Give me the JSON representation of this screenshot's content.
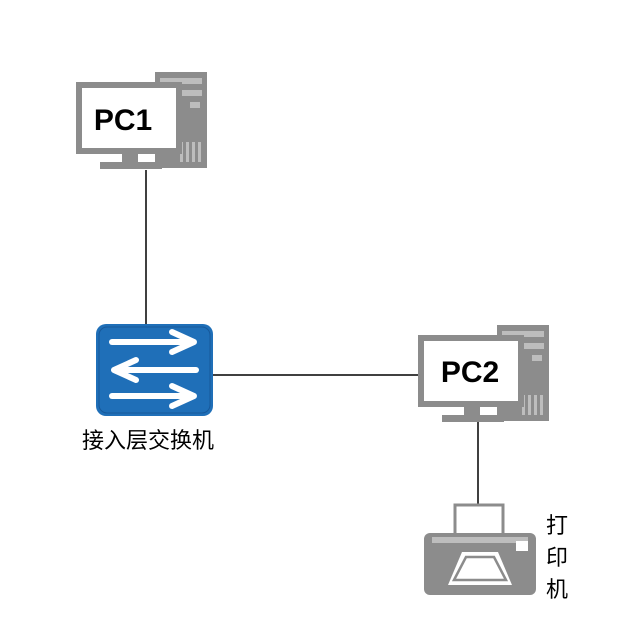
{
  "nodes": {
    "pc1": {
      "label": "PC1",
      "icon": "desktop-computer-icon"
    },
    "pc2": {
      "label": "PC2",
      "icon": "desktop-computer-icon"
    },
    "switch": {
      "label": "接入层交换机",
      "icon": "switch-arrows-icon"
    },
    "printer": {
      "label_chars": [
        "打",
        "印",
        "机"
      ],
      "icon": "printer-icon"
    }
  },
  "colors": {
    "device_gray": "#8c8c8c",
    "device_light": "#bdbdbd",
    "screen": "#ffffff",
    "switch_blue": "#1f6fb8",
    "switch_blue_dark": "#17589a",
    "line": "#000000"
  }
}
